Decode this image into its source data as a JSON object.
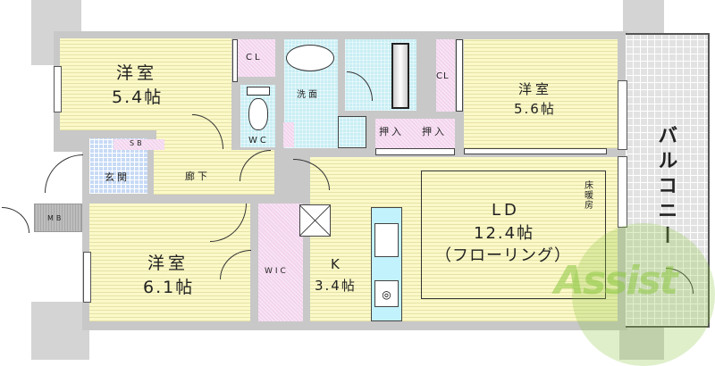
{
  "floor_plan": {
    "rooms": {
      "bedroom_nw": {
        "name": "洋室",
        "size": "5.4帖"
      },
      "bedroom_ne": {
        "name": "洋室",
        "size": "5.6帖"
      },
      "bedroom_sw": {
        "name": "洋室",
        "size": "6.1帖"
      },
      "ld": {
        "name": "LD",
        "size": "12.4帖",
        "note": "（フローリング）"
      },
      "kitchen": {
        "name": "K",
        "size": "3.4帖"
      },
      "washroom": {
        "name": "洗面"
      },
      "toilet": {
        "name": "WC"
      },
      "entrance": {
        "name": "玄関"
      },
      "hallway": {
        "name": "廊下"
      },
      "walk_in_closet": {
        "name": "WIC"
      },
      "closet_nw": {
        "name": "CL"
      },
      "closet_ne": {
        "name": "CL"
      },
      "shoe_box": {
        "name": "SB"
      },
      "meter_box": {
        "name": "MB"
      },
      "oshiire_1": {
        "name": "押入"
      },
      "oshiire_2": {
        "name": "押入"
      },
      "balcony": {
        "name": "バルコニー"
      }
    },
    "floor_heating_note": "床暖房",
    "watermark": "Assist"
  },
  "colors": {
    "room": "#fbf9c8",
    "wet_area": "#c9eef4",
    "closet": "#f3d4ee",
    "entrance": "#c7daf5",
    "wall": "#c8c8c8",
    "watermark": "#8cc63f"
  }
}
